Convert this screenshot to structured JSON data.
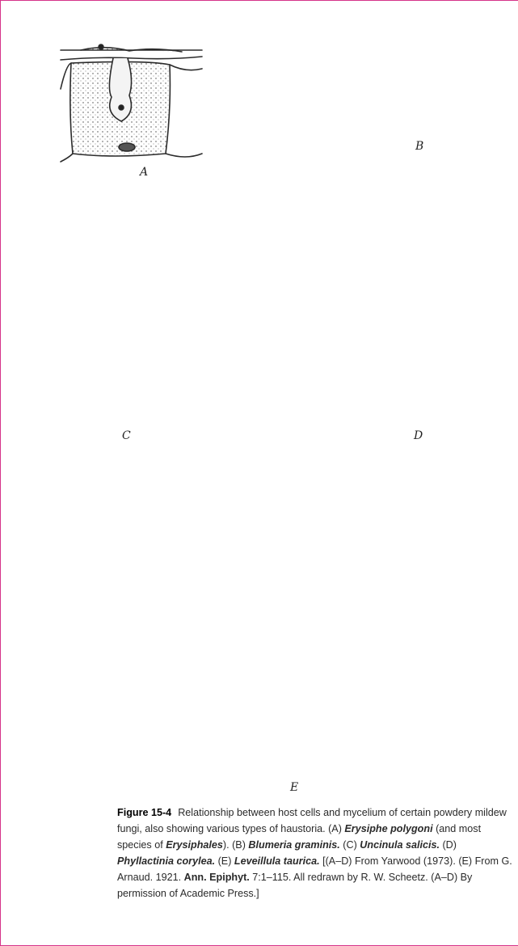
{
  "labels": {
    "a": "A",
    "b": "B",
    "c": "C",
    "d": "D",
    "e": "E"
  },
  "caption": {
    "figure_number": "Figure 15-4",
    "t1": "Relationship between host cells and mycelium of certain powdery mildew fungi, also showing various types of haustoria. (A) ",
    "a_species": "Erysiphe polygoni",
    "t2": " (and most species of ",
    "a_order": "Erysiphales",
    "t3": "). (B) ",
    "b_species": "Blumeria graminis.",
    "t4": " (C) ",
    "c_species": "Uncinula salicis.",
    "t5": " (D) ",
    "d_species": "Phyllactinia corylea.",
    "t6": " (E) ",
    "e_species": "Leveillula taurica.",
    "t7": " [(A–D) From Yarwood (1973). (E) From G. Arnaud. 1921. ",
    "journal": "Ann. Epiphyt.",
    "t8": " 7:1–115. All redrawn by R. W. Scheetz. (A–D) By permission of Academic Press.]"
  },
  "colors": {
    "frame": "#d6338a",
    "ink": "#2b2b2b"
  }
}
